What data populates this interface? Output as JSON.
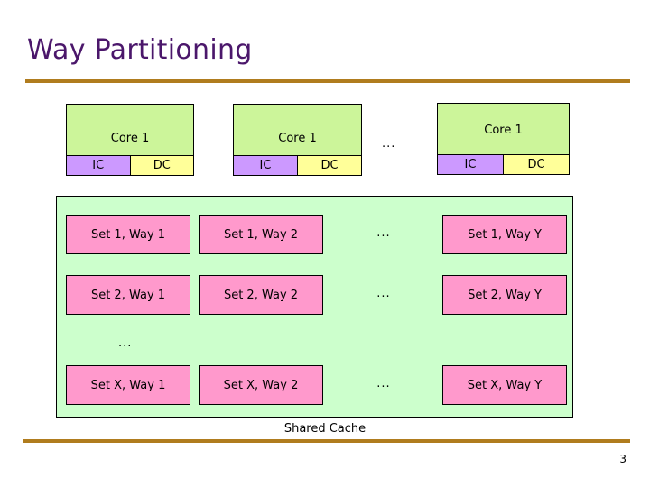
{
  "slide": {
    "title": "Way Partitioning",
    "page_number": "3",
    "accent_color": "#b07c1e",
    "title_color": "#4b176b"
  },
  "cores": {
    "items": [
      {
        "label": "Core 1",
        "ic": "IC",
        "dc": "DC"
      },
      {
        "label": "Core 1",
        "ic": "IC",
        "dc": "DC"
      },
      {
        "label": "Core 1",
        "ic": "IC",
        "dc": "DC"
      }
    ],
    "ellipsis": "...",
    "core_fill": "#ccf59a",
    "ic_fill": "#cc99ff",
    "dc_fill": "#ffff99"
  },
  "shared_cache": {
    "caption": "Shared Cache",
    "container_fill": "#ccffcc",
    "cell_fill": "#ff99cc",
    "column_ellipsis": "...",
    "row_ellipsis": "...",
    "rows": [
      {
        "cells": [
          "Set 1, Way 1",
          "Set 1, Way 2",
          "Set 1, Way Y"
        ]
      },
      {
        "cells": [
          "Set 2, Way 1",
          "Set 2, Way 2",
          "Set 2, Way Y"
        ]
      },
      {
        "cells": [
          "Set X, Way 1",
          "Set X, Way 2",
          "Set X, Way Y"
        ]
      }
    ]
  }
}
